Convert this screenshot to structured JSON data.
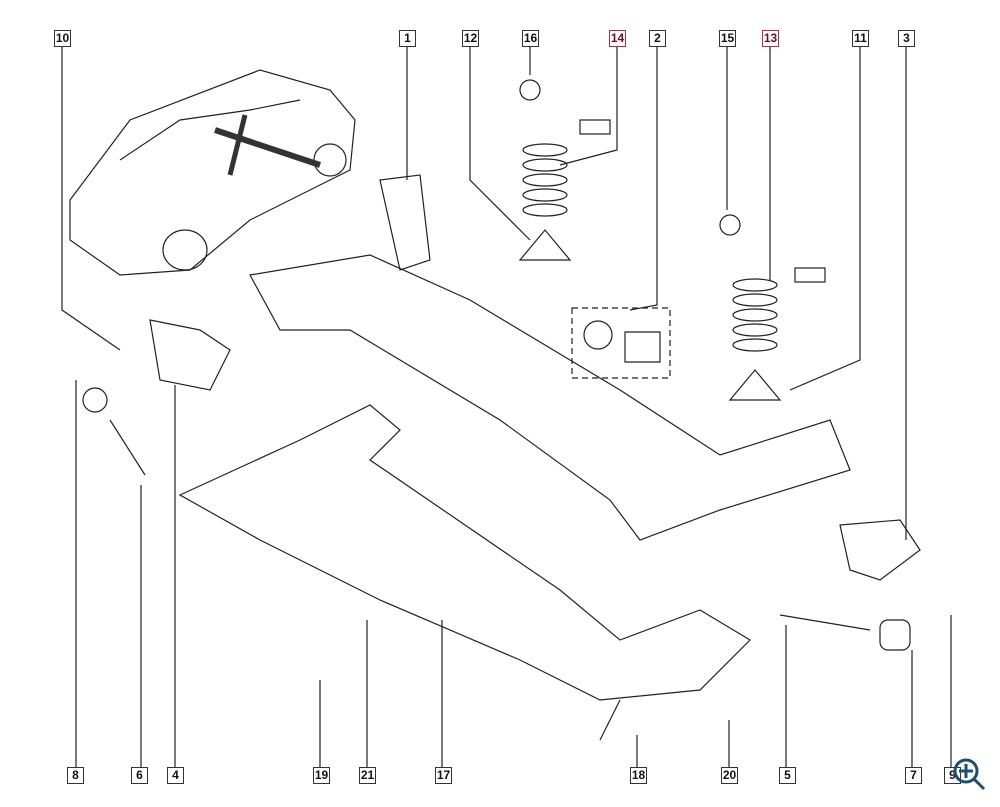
{
  "diagram": {
    "title": "Rear axle assembly exploded view",
    "highlight_color": "#b03040",
    "callouts_top": [
      {
        "label": "10",
        "highlighted": false
      },
      {
        "label": "1",
        "highlighted": false
      },
      {
        "label": "12",
        "highlighted": false
      },
      {
        "label": "16",
        "highlighted": false
      },
      {
        "label": "14",
        "highlighted": true
      },
      {
        "label": "2",
        "highlighted": false
      },
      {
        "label": "15",
        "highlighted": false
      },
      {
        "label": "13",
        "highlighted": true
      },
      {
        "label": "11",
        "highlighted": false
      },
      {
        "label": "3",
        "highlighted": false
      }
    ],
    "callouts_bottom": [
      {
        "label": "8"
      },
      {
        "label": "6"
      },
      {
        "label": "4"
      },
      {
        "label": "19"
      },
      {
        "label": "21"
      },
      {
        "label": "17"
      },
      {
        "label": "18"
      },
      {
        "label": "20"
      },
      {
        "label": "5"
      },
      {
        "label": "7"
      },
      {
        "label": "9"
      }
    ]
  },
  "controls": {
    "zoom_icon": "zoom-in-icon",
    "zoom_color": "#1e4f6e"
  }
}
